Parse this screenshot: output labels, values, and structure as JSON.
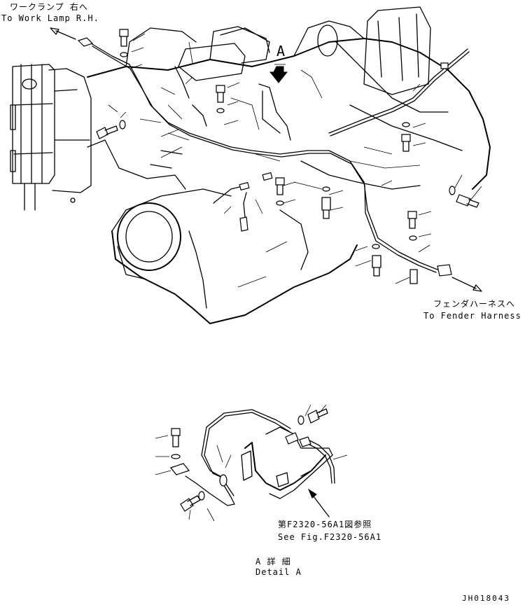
{
  "labels": {
    "work_lamp_jp": "ワークランプ 右へ",
    "work_lamp_en": "To Work Lamp R.H.",
    "view_marker": "A",
    "fender_jp": "フェンダハーネスへ",
    "fender_en": "To Fender Harness",
    "see_fig_jp": "第F2320-56A1図参照",
    "see_fig_en": "See Fig.F2320-56A1",
    "detail_jp": "A 詳 細",
    "detail_en": "Detail A",
    "drawing_id": "JH018043"
  }
}
